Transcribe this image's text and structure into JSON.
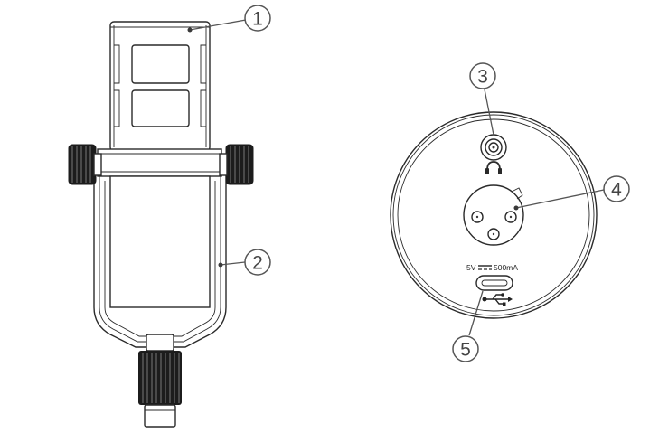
{
  "callouts": [
    {
      "number": "1"
    },
    {
      "number": "2"
    },
    {
      "number": "3"
    },
    {
      "number": "4"
    },
    {
      "number": "5"
    }
  ],
  "usb_port": {
    "voltage": "5V",
    "current": "500mA"
  },
  "icons": {
    "headphone": "headphone-icon",
    "usb": "usb-icon"
  }
}
